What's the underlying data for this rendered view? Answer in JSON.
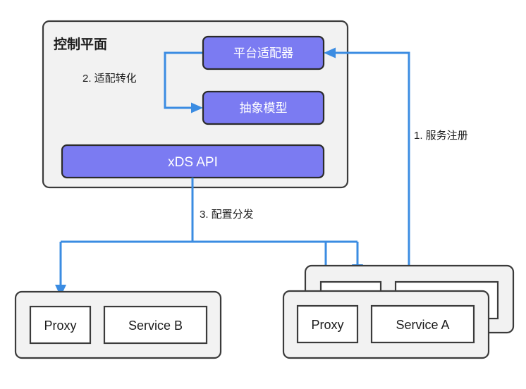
{
  "diagram": {
    "title_text": "控制平面",
    "palette": {
      "canvas": "#ffffff",
      "group_fill": "#f2f2f2",
      "group_stroke": "#3b3b3b",
      "accent_purple": "#7b7bf2",
      "purple_stroke": "#2b2b2b",
      "connector_blue": "#3b8ce2",
      "box_fill": "#ffffff",
      "text_dark": "#1b1b1b",
      "text_light": "#ffffff"
    },
    "control_plane": {
      "label": "控制平面",
      "nodes": [
        {
          "id": "platform-adapter",
          "label": "平台适配器",
          "style": "purple"
        },
        {
          "id": "abstract-model",
          "label": "抽象模型",
          "style": "purple"
        },
        {
          "id": "xds-api",
          "label": "xDS API",
          "style": "purple"
        }
      ]
    },
    "workloads": [
      {
        "id": "service-b-pod",
        "stacked": false,
        "children": [
          {
            "id": "proxy-b",
            "label": "Proxy"
          },
          {
            "id": "service-b",
            "label": "Service B"
          }
        ]
      },
      {
        "id": "service-a-pod",
        "stacked": true,
        "children": [
          {
            "id": "proxy-a",
            "label": "Proxy"
          },
          {
            "id": "service-a",
            "label": "Service A"
          }
        ]
      }
    ],
    "flows": [
      {
        "id": "flow-1",
        "label": "1. 服务注册",
        "from": "service-a-pod",
        "to": "platform-adapter"
      },
      {
        "id": "flow-2",
        "label": "2. 适配转化",
        "from": "platform-adapter",
        "to": "abstract-model"
      },
      {
        "id": "flow-3",
        "label": "3. 配置分发",
        "from": "xds-api",
        "to": "proxies"
      }
    ]
  }
}
